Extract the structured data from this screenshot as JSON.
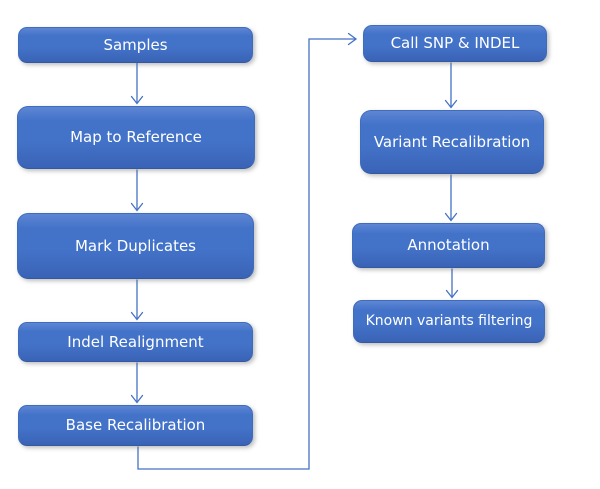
{
  "diagram": {
    "type": "flowchart",
    "description": "Variant calling pipeline flowchart, two columns of blue rounded boxes connected by arrows",
    "nodes": [
      {
        "id": "samples",
        "label": "Samples"
      },
      {
        "id": "map",
        "label": "Map to Reference"
      },
      {
        "id": "mark",
        "label": "Mark Duplicates"
      },
      {
        "id": "indel",
        "label": "Indel Realignment"
      },
      {
        "id": "base",
        "label": "Base Recalibration"
      },
      {
        "id": "call",
        "label": "Call SNP & INDEL"
      },
      {
        "id": "variant",
        "label": "Variant Recalibration"
      },
      {
        "id": "annotation",
        "label": "Annotation"
      },
      {
        "id": "known",
        "label": "Known variants filtering"
      }
    ],
    "edges": [
      {
        "from": "samples",
        "to": "map"
      },
      {
        "from": "map",
        "to": "mark"
      },
      {
        "from": "mark",
        "to": "indel"
      },
      {
        "from": "indel",
        "to": "base"
      },
      {
        "from": "base",
        "to": "call",
        "style": "elbow"
      },
      {
        "from": "call",
        "to": "variant"
      },
      {
        "from": "variant",
        "to": "annotation"
      },
      {
        "from": "annotation",
        "to": "known"
      }
    ]
  },
  "colors": {
    "connector": "#4472c4",
    "node_text": "#ffffff",
    "node_fill_top": "#5e86d4",
    "node_fill_mid": "#4373c9",
    "node_fill_bottom": "#3a63b6",
    "node_border": "#3f6cbd",
    "node_border_bottom": "#33599f",
    "background": "#ffffff"
  }
}
